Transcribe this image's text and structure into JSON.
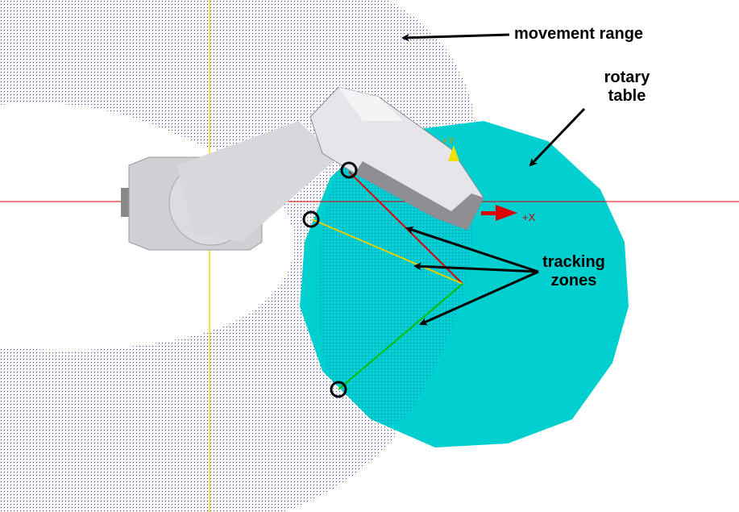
{
  "labels": {
    "movement_range": "movement range",
    "rotary_table_line1": "rotary",
    "rotary_table_line2": "table",
    "tracking_zones_line1": "tracking",
    "tracking_zones_line2": "zones"
  },
  "axes": {
    "x_label": "+X",
    "y_label": "+Y"
  },
  "colors": {
    "table": "#00cfcf",
    "range_dots": "#2222cc",
    "zone1": "#e00000",
    "zone2": "#e8d000",
    "zone3": "#00c000",
    "x_axis": "#e00000",
    "y_axis": "#f0e000",
    "robot": "#d6d6da"
  }
}
